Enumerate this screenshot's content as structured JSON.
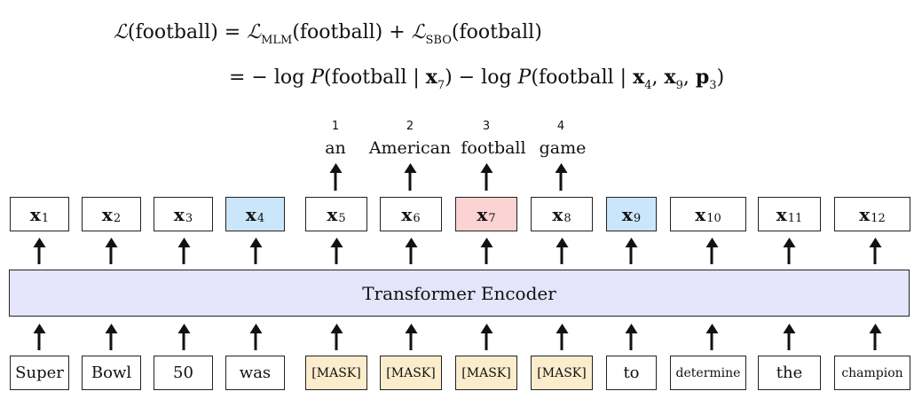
{
  "equation": {
    "line1": {
      "lhs": "(football) =",
      "term1": "(football) +",
      "term1_sub": "MLM",
      "term2": "(football)",
      "term2_sub": "SBO"
    },
    "line2": {
      "part1": "= − log",
      "part2": "(football | ",
      "part3": ") − log",
      "part4": "(football | ",
      "part5": ")"
    }
  },
  "predictions": [
    {
      "num": "1",
      "word": "an"
    },
    {
      "num": "2",
      "word": "American"
    },
    {
      "num": "3",
      "word": "football"
    },
    {
      "num": "4",
      "word": "game"
    }
  ],
  "vectors": [
    {
      "label": "x",
      "sub": "1"
    },
    {
      "label": "x",
      "sub": "2"
    },
    {
      "label": "x",
      "sub": "3"
    },
    {
      "label": "x",
      "sub": "4"
    },
    {
      "label": "x",
      "sub": "5"
    },
    {
      "label": "x",
      "sub": "6"
    },
    {
      "label": "x",
      "sub": "7"
    },
    {
      "label": "x",
      "sub": "8"
    },
    {
      "label": "x",
      "sub": "9"
    },
    {
      "label": "x",
      "sub": "10"
    },
    {
      "label": "x",
      "sub": "11"
    },
    {
      "label": "x",
      "sub": "12"
    }
  ],
  "encoder_label": "Transformer Encoder",
  "tokens": [
    "Super",
    "Bowl",
    "50",
    "was",
    "[MASK]",
    "[MASK]",
    "[MASK]",
    "[MASK]",
    "to",
    "determine",
    "the",
    "champion"
  ],
  "colors": {
    "encoder": "#e4e5fb",
    "mask": "#fbedcc",
    "boundary": "#c9e6fa",
    "target": "#fcd3d3"
  }
}
